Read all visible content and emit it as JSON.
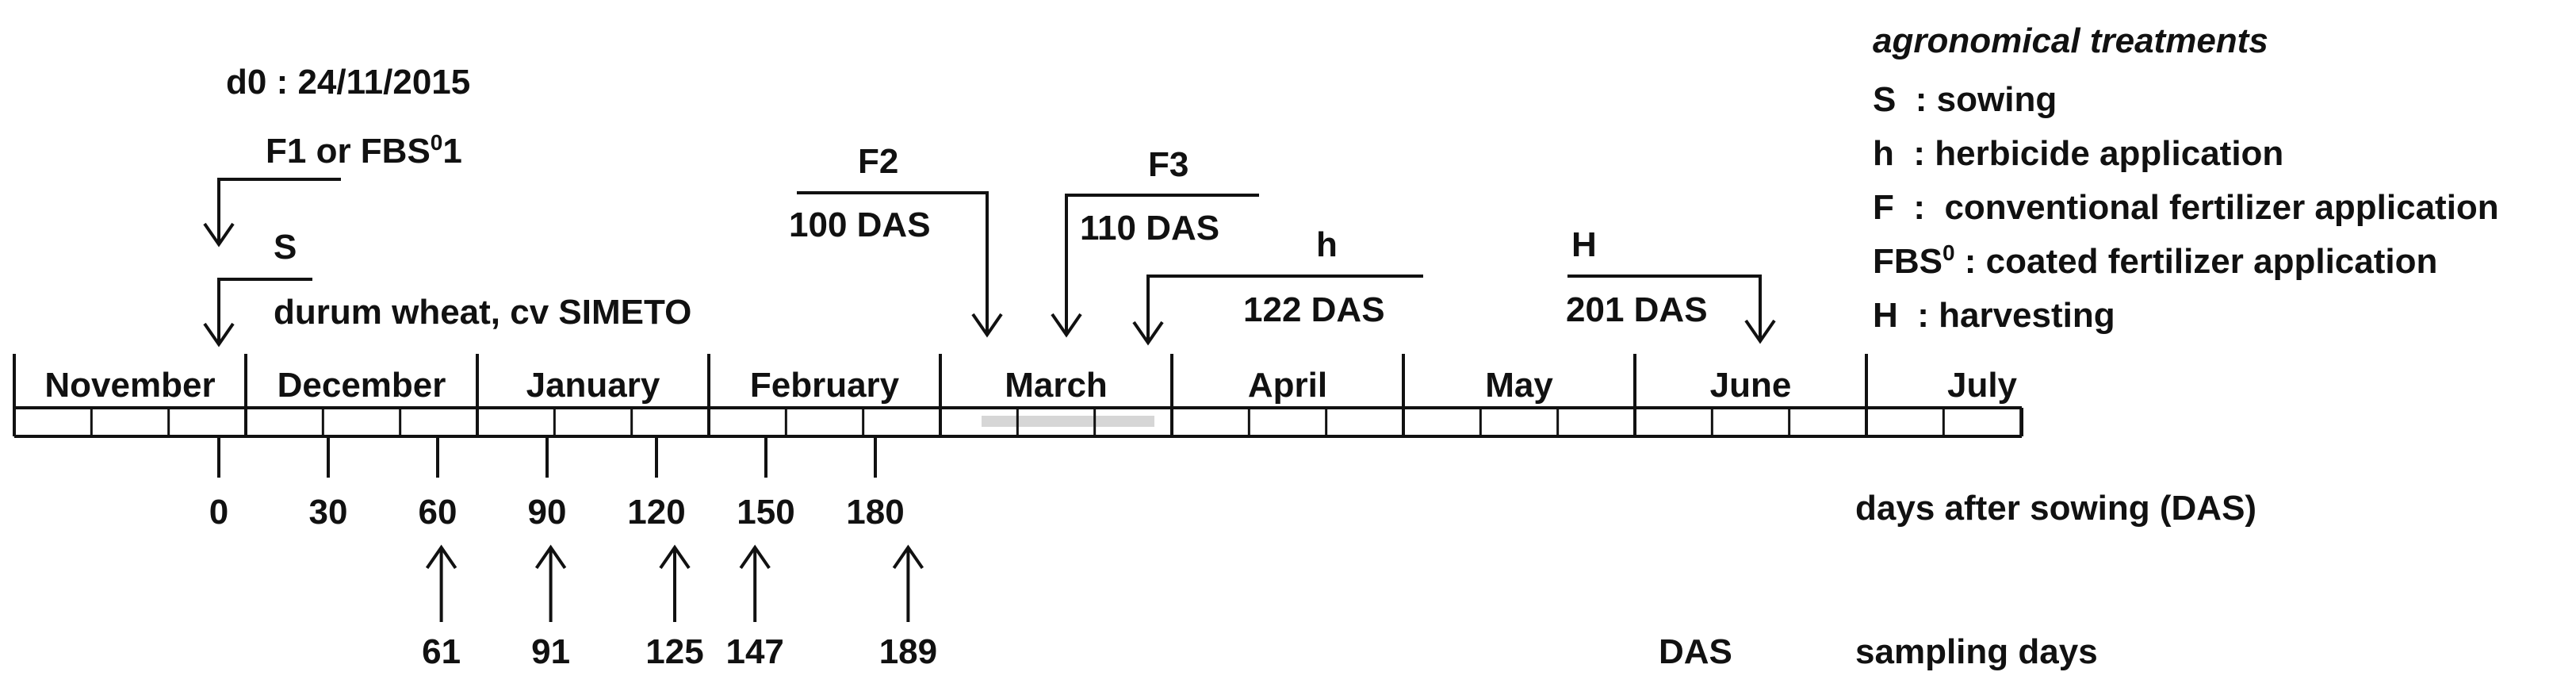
{
  "d0": "d0 : 24/11/2015",
  "legend": {
    "title": "agronomical treatments",
    "items": [
      {
        "key": "S",
        "sep": "  : ",
        "text": "sowing"
      },
      {
        "key": "h",
        "sep": "  : ",
        "text": "herbicide application"
      },
      {
        "key": "F",
        "sep": "  :  ",
        "text": "conventional fertilizer application"
      },
      {
        "key": "FBS",
        "sup": "0",
        "sep": " : ",
        "text": "coated fertilizer application"
      },
      {
        "key": "H",
        "sep": "  : ",
        "text": "harvesting"
      }
    ]
  },
  "months": [
    "November",
    "December",
    "January",
    "February",
    "March",
    "April",
    "May",
    "June",
    "July"
  ],
  "das_axis": {
    "label": "days after sowing (DAS)",
    "ticks": [
      {
        "label": "0",
        "day": 0
      },
      {
        "label": "30",
        "day": 30
      },
      {
        "label": "60",
        "day": 60
      },
      {
        "label": "90",
        "day": 90
      },
      {
        "label": "120",
        "day": 120
      },
      {
        "label": "150",
        "day": 150
      },
      {
        "label": "180",
        "day": 180
      }
    ]
  },
  "sampling": {
    "label": "sampling days",
    "unit": "DAS",
    "days": [
      61,
      91,
      125,
      147,
      189
    ]
  },
  "events": {
    "f1": {
      "label": "F1 or FBS",
      "sup": "0",
      "suffix": "1",
      "day": 0
    },
    "sowing": {
      "label": "S",
      "crop": "durum wheat, cv SIMETO",
      "day": 0
    },
    "f2": {
      "label": "F2",
      "das": "100 DAS",
      "day": 100
    },
    "f3": {
      "label": "F3",
      "das": "110 DAS",
      "day": 110
    },
    "herbicide": {
      "label": "h",
      "das": "122 DAS",
      "day": 122
    },
    "harvest": {
      "label": "H",
      "das": "201 DAS",
      "day": 201
    }
  }
}
